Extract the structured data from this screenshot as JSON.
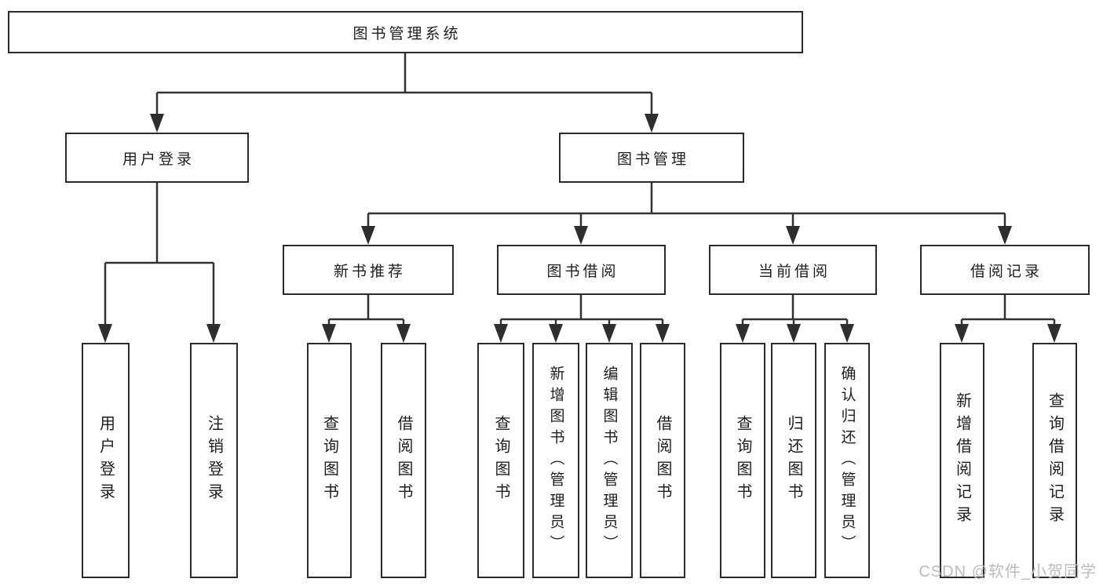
{
  "root": {
    "label": "图书管理系统"
  },
  "level2": [
    {
      "label": "用户登录"
    },
    {
      "label": "图书管理"
    }
  ],
  "level3": [
    {
      "label": "新书推荐"
    },
    {
      "label": "图书借阅"
    },
    {
      "label": "当前借阅"
    },
    {
      "label": "借阅记录"
    }
  ],
  "leaves": [
    {
      "label": "用户登录"
    },
    {
      "label": "注销登录"
    },
    {
      "label": "查询图书"
    },
    {
      "label": "借阅图书"
    },
    {
      "label": "查询图书"
    },
    {
      "label": "新增图书（管理员）"
    },
    {
      "label": "编辑图书（管理员）"
    },
    {
      "label": "借阅图书"
    },
    {
      "label": "查询图书"
    },
    {
      "label": "归还图书"
    },
    {
      "label": "确认归还（管理员）"
    },
    {
      "label": "新增借阅记录"
    },
    {
      "label": "查询借阅记录"
    }
  ],
  "watermark": {
    "label": "CSDN @软件_小贺同学"
  },
  "colors": {
    "background": "#ffffff",
    "line": "#333333",
    "box_border": "#2b2b2b",
    "text": "#1e1e1e",
    "watermark": "#bcbcbc"
  }
}
